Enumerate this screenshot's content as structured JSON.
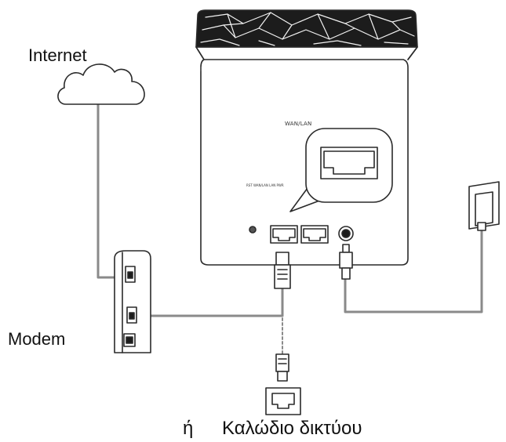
{
  "labels": {
    "internet": "Internet",
    "modem": "Modem",
    "or": "ή",
    "network_cable": "Καλώδιο δικτύου",
    "wan_lan_port": "WAN/LAN",
    "port_strip": "RST WAN/LAN LAN PWR"
  },
  "colors": {
    "line": "#2a2a2a",
    "router_top_dark": "#1c1c1c",
    "router_top_light": "#f2f2f2",
    "cable": "#8a8a8a",
    "background": "#ffffff"
  },
  "icons": [
    "cloud-icon",
    "router-icon",
    "modem-icon",
    "ethernet-port-icon",
    "power-adapter-icon",
    "ethernet-plug-icon",
    "power-plug-icon",
    "wall-jack-icon"
  ]
}
